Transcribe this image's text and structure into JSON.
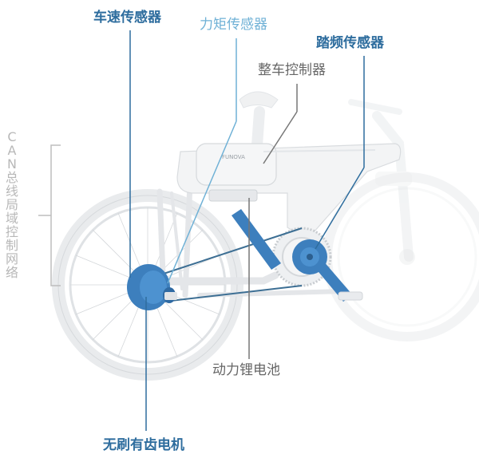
{
  "labels": {
    "wheel_speed_sensor": "车速传感器",
    "torque_sensor": "力矩传感器",
    "cadence_sensor": "踏频传感器",
    "controller": "整车控制器",
    "battery": "动力锂电池",
    "motor": "无刷有齿电机",
    "can_network": "CAN总线局域控制网络",
    "logo": "FUNOVA"
  },
  "colors": {
    "accent_dark": "#2e6d9e",
    "accent_light": "#6fb1d6",
    "component_blue": "#3d7fbd",
    "frame": "#f3f4f5",
    "frame_edge": "#d9dcdf",
    "label_gray": "#666666",
    "bracket": "#bdbdbd"
  }
}
